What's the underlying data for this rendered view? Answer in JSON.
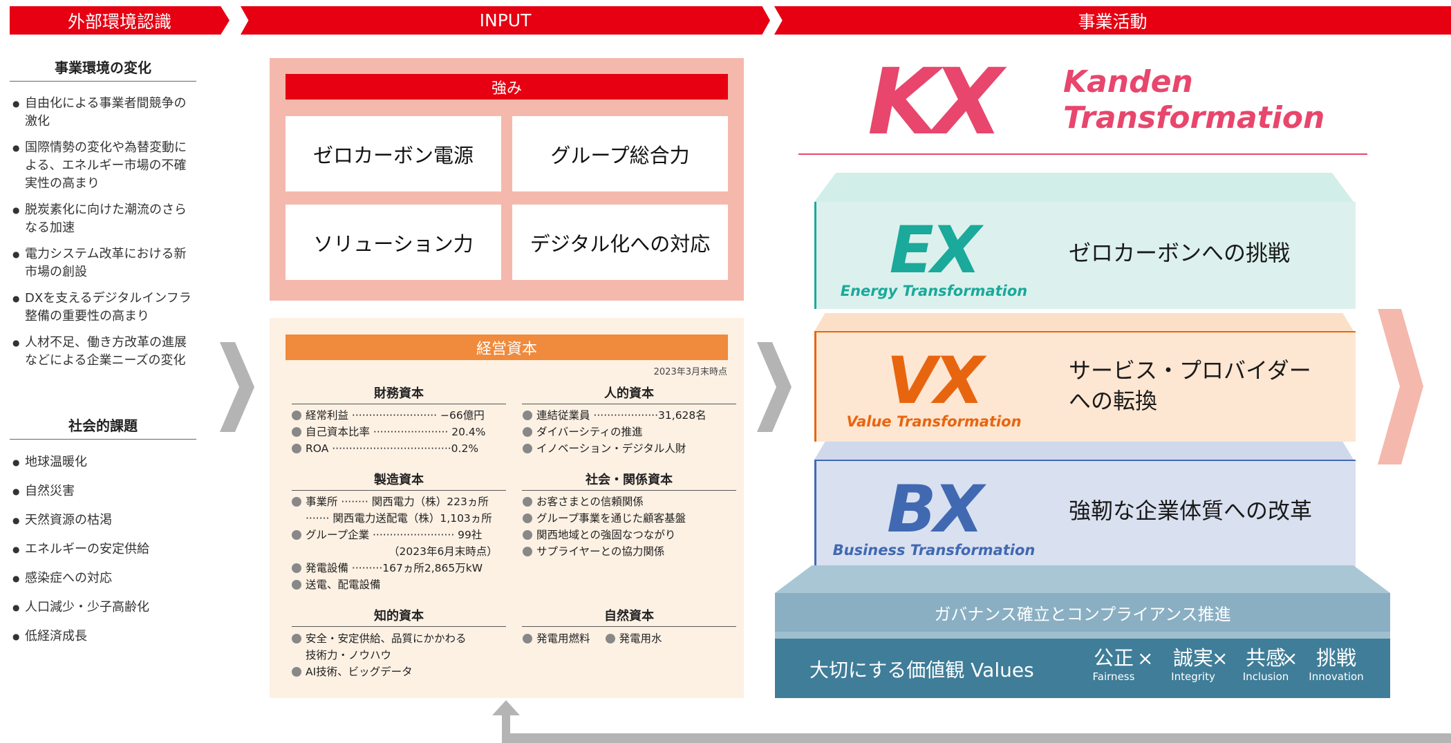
{
  "header": {
    "col1": "外部環境認識",
    "col2": "INPUT",
    "col3": "事業活動"
  },
  "external": {
    "business_env_title": "事業環境の変化",
    "business_env_items": [
      "自由化による事業者間競争の激化",
      "国際情勢の変化や為替変動による、エネルギー市場の不確実性の高まり",
      "脱炭素化に向けた潮流のさらなる加速",
      "電力システム改革における新市場の創設",
      "DXを支えるデジタルインフラ整備の重要性の高まり",
      "人材不足、働き方改革の進展などによる企業ニーズの変化"
    ],
    "social_title": "社会的課題",
    "social_items": [
      "地球温暖化",
      "自然災害",
      "天然資源の枯渇",
      "エネルギーの安定供給",
      "感染症への対応",
      "人口減少・少子高齢化",
      "低経済成長"
    ]
  },
  "input": {
    "strengths_title": "強み",
    "strengths": [
      "ゼロカーボン電源",
      "グループ総合力",
      "ソリューション力",
      "デジタル化への対応"
    ],
    "capital_title": "経営資本",
    "capital_date": "2023年3月末時点",
    "financial": {
      "title": "財務資本",
      "items": [
        "経常利益 ························· −66億円",
        "自己資本比率 ······················ 20.4%",
        "ROA ···································0.2%"
      ]
    },
    "human": {
      "title": "人的資本",
      "items": [
        "連結従業員 ···················31,628名",
        "ダイバーシティの推進",
        "イノベーション・デジタル人財"
      ]
    },
    "manufactured": {
      "title": "製造資本",
      "line1": "事業所 ········ 関西電力（株）223ヵ所",
      "line1b": "······· 関西電力送配電（株）1,103ヵ所",
      "line2": "グループ企業 ························ 99社",
      "line2b": "（2023年6月末時点）",
      "line3": "発電設備 ·········167ヵ所2,865万kW",
      "line4": "送電、配電設備"
    },
    "social_capital": {
      "title": "社会・関係資本",
      "items": [
        "お客さまとの信頼関係",
        "グループ事業を通じた顧客基盤",
        "関西地域との強固なつながり",
        "サプライヤーとの協力関係"
      ]
    },
    "intellectual": {
      "title": "知的資本",
      "line1": "安全・安定供給、品質にかかわる",
      "line1b": "技術力・ノウハウ",
      "line2": "AI技術、ビッグデータ"
    },
    "natural": {
      "title": "自然資本",
      "item1": "発電用燃料",
      "item2": "発電用水"
    }
  },
  "business": {
    "kx_logo": "KX",
    "kx_line1": "Kanden",
    "kx_line2": "Transformation",
    "ex": {
      "logo": "EX",
      "sub": "Energy Transformation",
      "desc": "ゼロカーボンへの挑戦"
    },
    "vx": {
      "logo": "VX",
      "sub": "Value Transformation",
      "desc1": "サービス・プロバイダー",
      "desc2": "への転換"
    },
    "bx": {
      "logo": "BX",
      "sub": "Business Transformation",
      "desc": "強靭な企業体質への改革"
    },
    "governance": "ガバナンス確立とコンプライアンス推進",
    "values_label": "大切にする価値観 Values",
    "values": [
      {
        "jp": "公正",
        "en": "Fairness"
      },
      {
        "jp": "誠実",
        "en": "Integrity"
      },
      {
        "jp": "共感",
        "en": "Inclusion"
      },
      {
        "jp": "挑戦",
        "en": "Innovation"
      }
    ],
    "times": "×"
  },
  "colors": {
    "red": "#e60012",
    "pink_block": "#f4b9ac",
    "orange": "#f08a3c",
    "ex": "#1aa99a",
    "vx": "#e8650f",
    "bx": "#4169b2",
    "kx": "#e8466c"
  }
}
